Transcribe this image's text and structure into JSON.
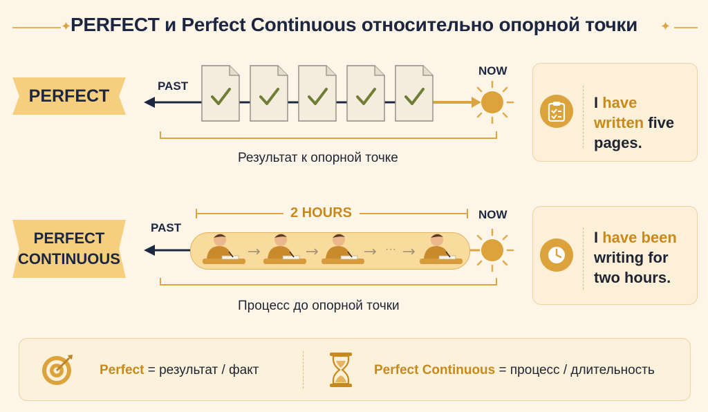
{
  "title": "PERFECT и Perfect Continuous относительно опорной точки",
  "perfect": {
    "banner": "PERFECT",
    "past": "PAST",
    "now": "NOW",
    "caption": "Результат к опорной точке",
    "pages_count": 5,
    "example": {
      "pre": "I ",
      "highlight": "have written",
      "post": " five pages."
    },
    "icon": "clipboard-check-icon"
  },
  "continuous": {
    "banner_line1": "PERFECT",
    "banner_line2": "CONTINUOUS",
    "past": "PAST",
    "now": "NOW",
    "duration": "2 HOURS",
    "ellipsis": "···",
    "caption": "Процесс до опорной точки",
    "example": {
      "pre": "I ",
      "highlight": "have been",
      "post": " writing for two hours."
    },
    "icon": "clock-icon"
  },
  "summary": {
    "left_key": "Perfect",
    "left_eq": "= результат / факт",
    "right_key": "Perfect Continuous",
    "right_eq": "= процесс / длительность",
    "left_icon": "target-icon",
    "right_icon": "hourglass-icon"
  },
  "colors": {
    "accent": "#dca23c",
    "highlight": "#c8891c",
    "navy": "#1c2640",
    "banner": "#f6cf7e",
    "background": "#fdf6e8"
  }
}
